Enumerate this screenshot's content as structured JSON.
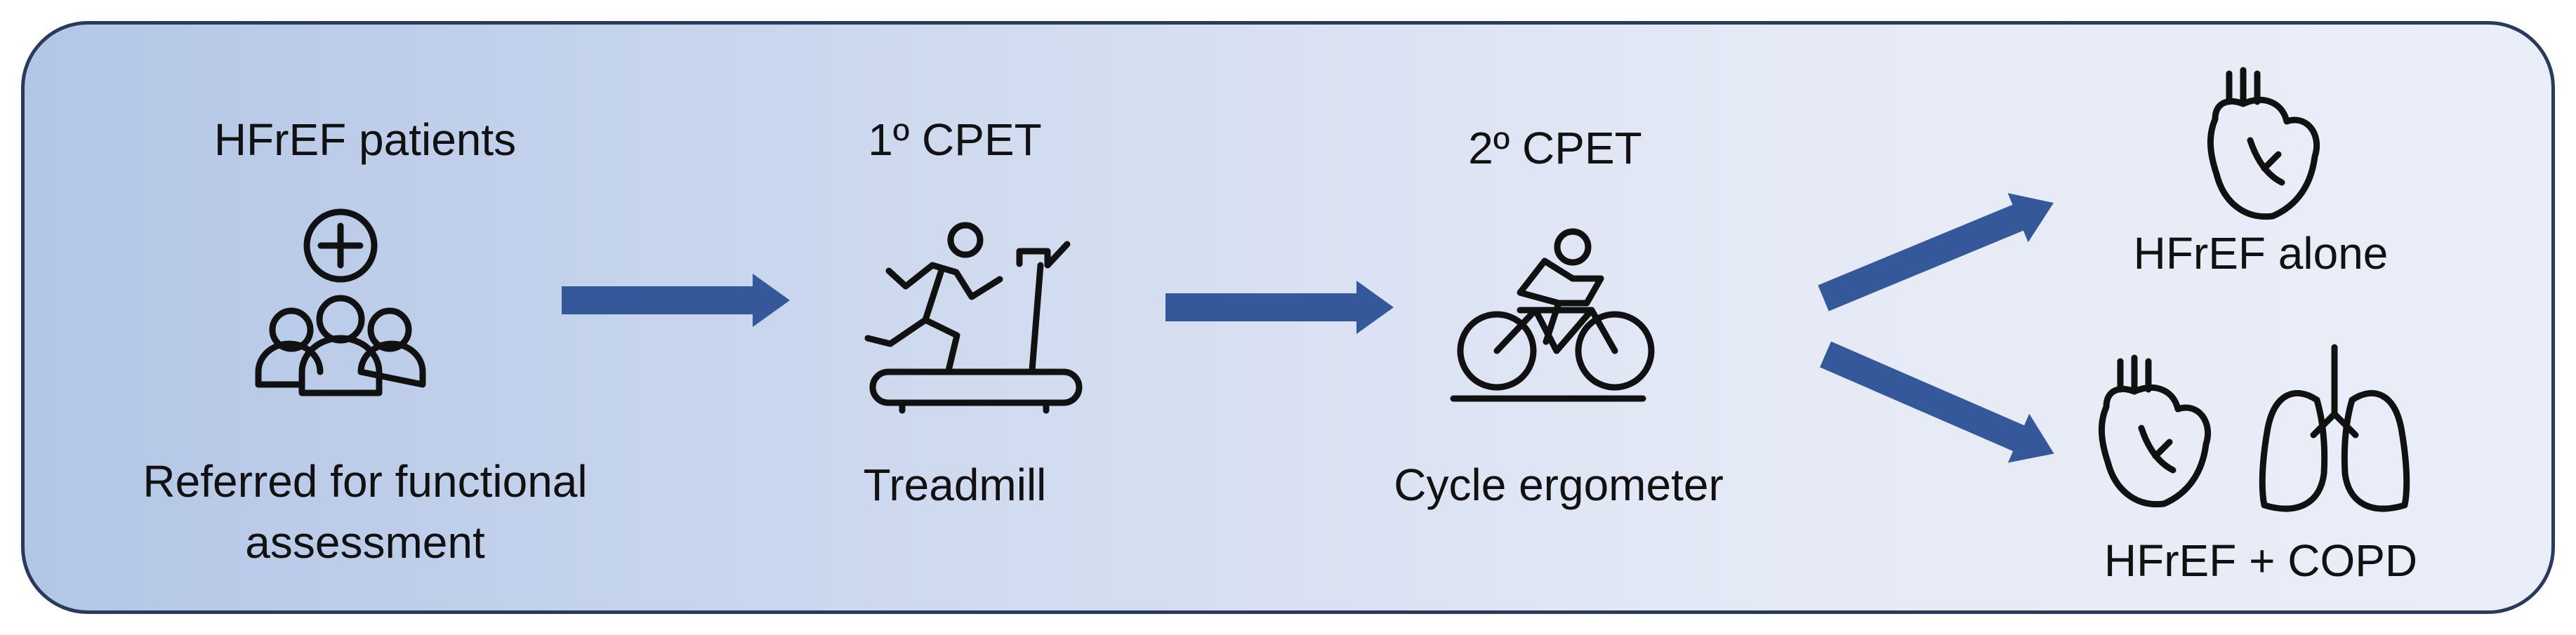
{
  "steps": {
    "patients": {
      "title": "HFrEF patients",
      "caption_line1": "Referred for functional",
      "caption_line2": "assessment",
      "icon": "patients-group-icon"
    },
    "cpet1": {
      "title": "1º CPET",
      "caption": "Treadmill",
      "icon": "treadmill-runner-icon"
    },
    "cpet2": {
      "title": "2º CPET",
      "caption": "Cycle ergometer",
      "icon": "cyclist-icon"
    }
  },
  "outcomes": {
    "alone": {
      "label": "HFrEF alone",
      "icon": "heart-icon"
    },
    "copd": {
      "label": "HFrEF + COPD",
      "icons": [
        "heart-icon",
        "lungs-icon"
      ]
    }
  },
  "colors": {
    "arrow": "#34589a",
    "border": "#2a3a5c",
    "gradient_start": "#b2c6e6",
    "gradient_end": "#eaeef8"
  }
}
